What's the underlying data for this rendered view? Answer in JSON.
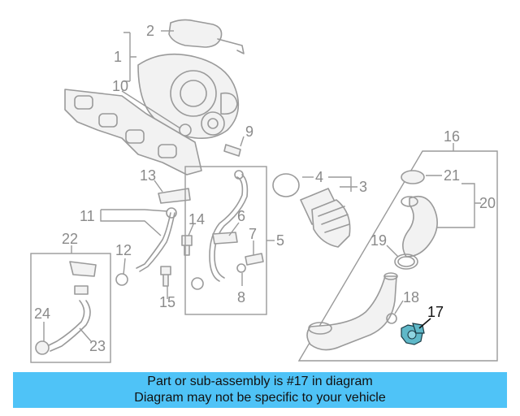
{
  "colors": {
    "line": "#9a9a9a",
    "label": "#8a8a8a",
    "highlight_part": "#5fb8c8",
    "highlight_label": "#111111",
    "banner_bg": "#4fc3f7"
  },
  "callouts": {
    "c1": "1",
    "c2": "2",
    "c3": "3",
    "c4": "4",
    "c5": "5",
    "c6": "6",
    "c7": "7",
    "c8": "8",
    "c9": "9",
    "c10": "10",
    "c11": "11",
    "c12": "12",
    "c13": "13",
    "c14": "14",
    "c15": "15",
    "c16": "16",
    "c17": "17",
    "c18": "18",
    "c19": "19",
    "c20": "20",
    "c21": "21",
    "c22": "22",
    "c23": "23",
    "c24": "24"
  },
  "banner": {
    "line1": "Part or sub-assembly is #17 in diagram",
    "line2": "Diagram may not be specific to your vehicle"
  }
}
